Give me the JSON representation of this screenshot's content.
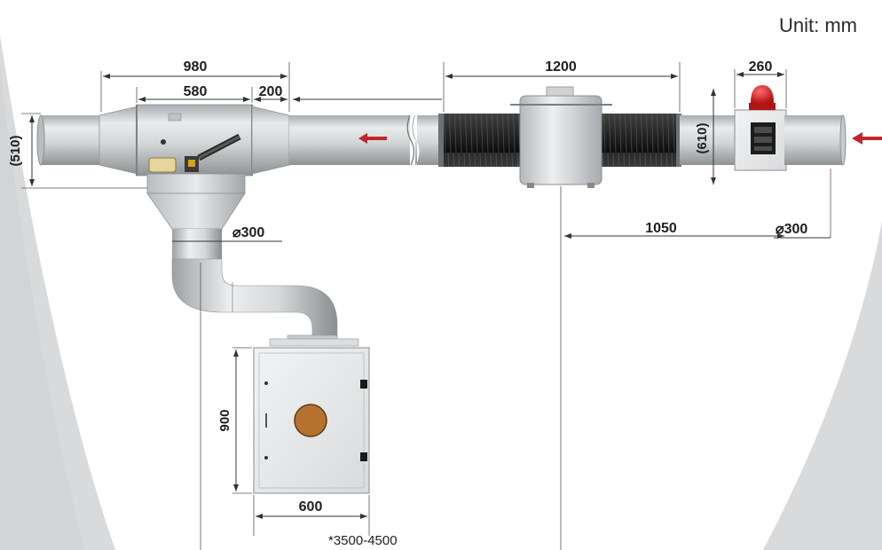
{
  "unit_label": "Unit:  mm",
  "dimensions": {
    "left_section_width": "980",
    "inner_section_width": "580",
    "connector_width": "200",
    "hose_length": "1200",
    "control_box_width": "260",
    "duct_height": "(510)",
    "hose_diameter_height": "(610)",
    "drop_pipe_diameter": "⌀300",
    "inlet_pipe_diameter": "⌀300",
    "fan_to_inlet_distance": "1050",
    "collector_height": "900",
    "collector_width": "600",
    "total_height_range": "*3500-4500"
  },
  "colors": {
    "arrow": "#c0272d",
    "beacon": "#d91f1f",
    "hose": "#1a1a1a",
    "pipe": "#cfd2d3",
    "collector": "#e6e8ea",
    "viewport": "#b5732f"
  },
  "icons": {
    "flow_arrow_inlet": "arrow-left-icon",
    "flow_arrow_duct": "arrow-left-icon",
    "warning_beacon": "beacon-light-icon"
  }
}
